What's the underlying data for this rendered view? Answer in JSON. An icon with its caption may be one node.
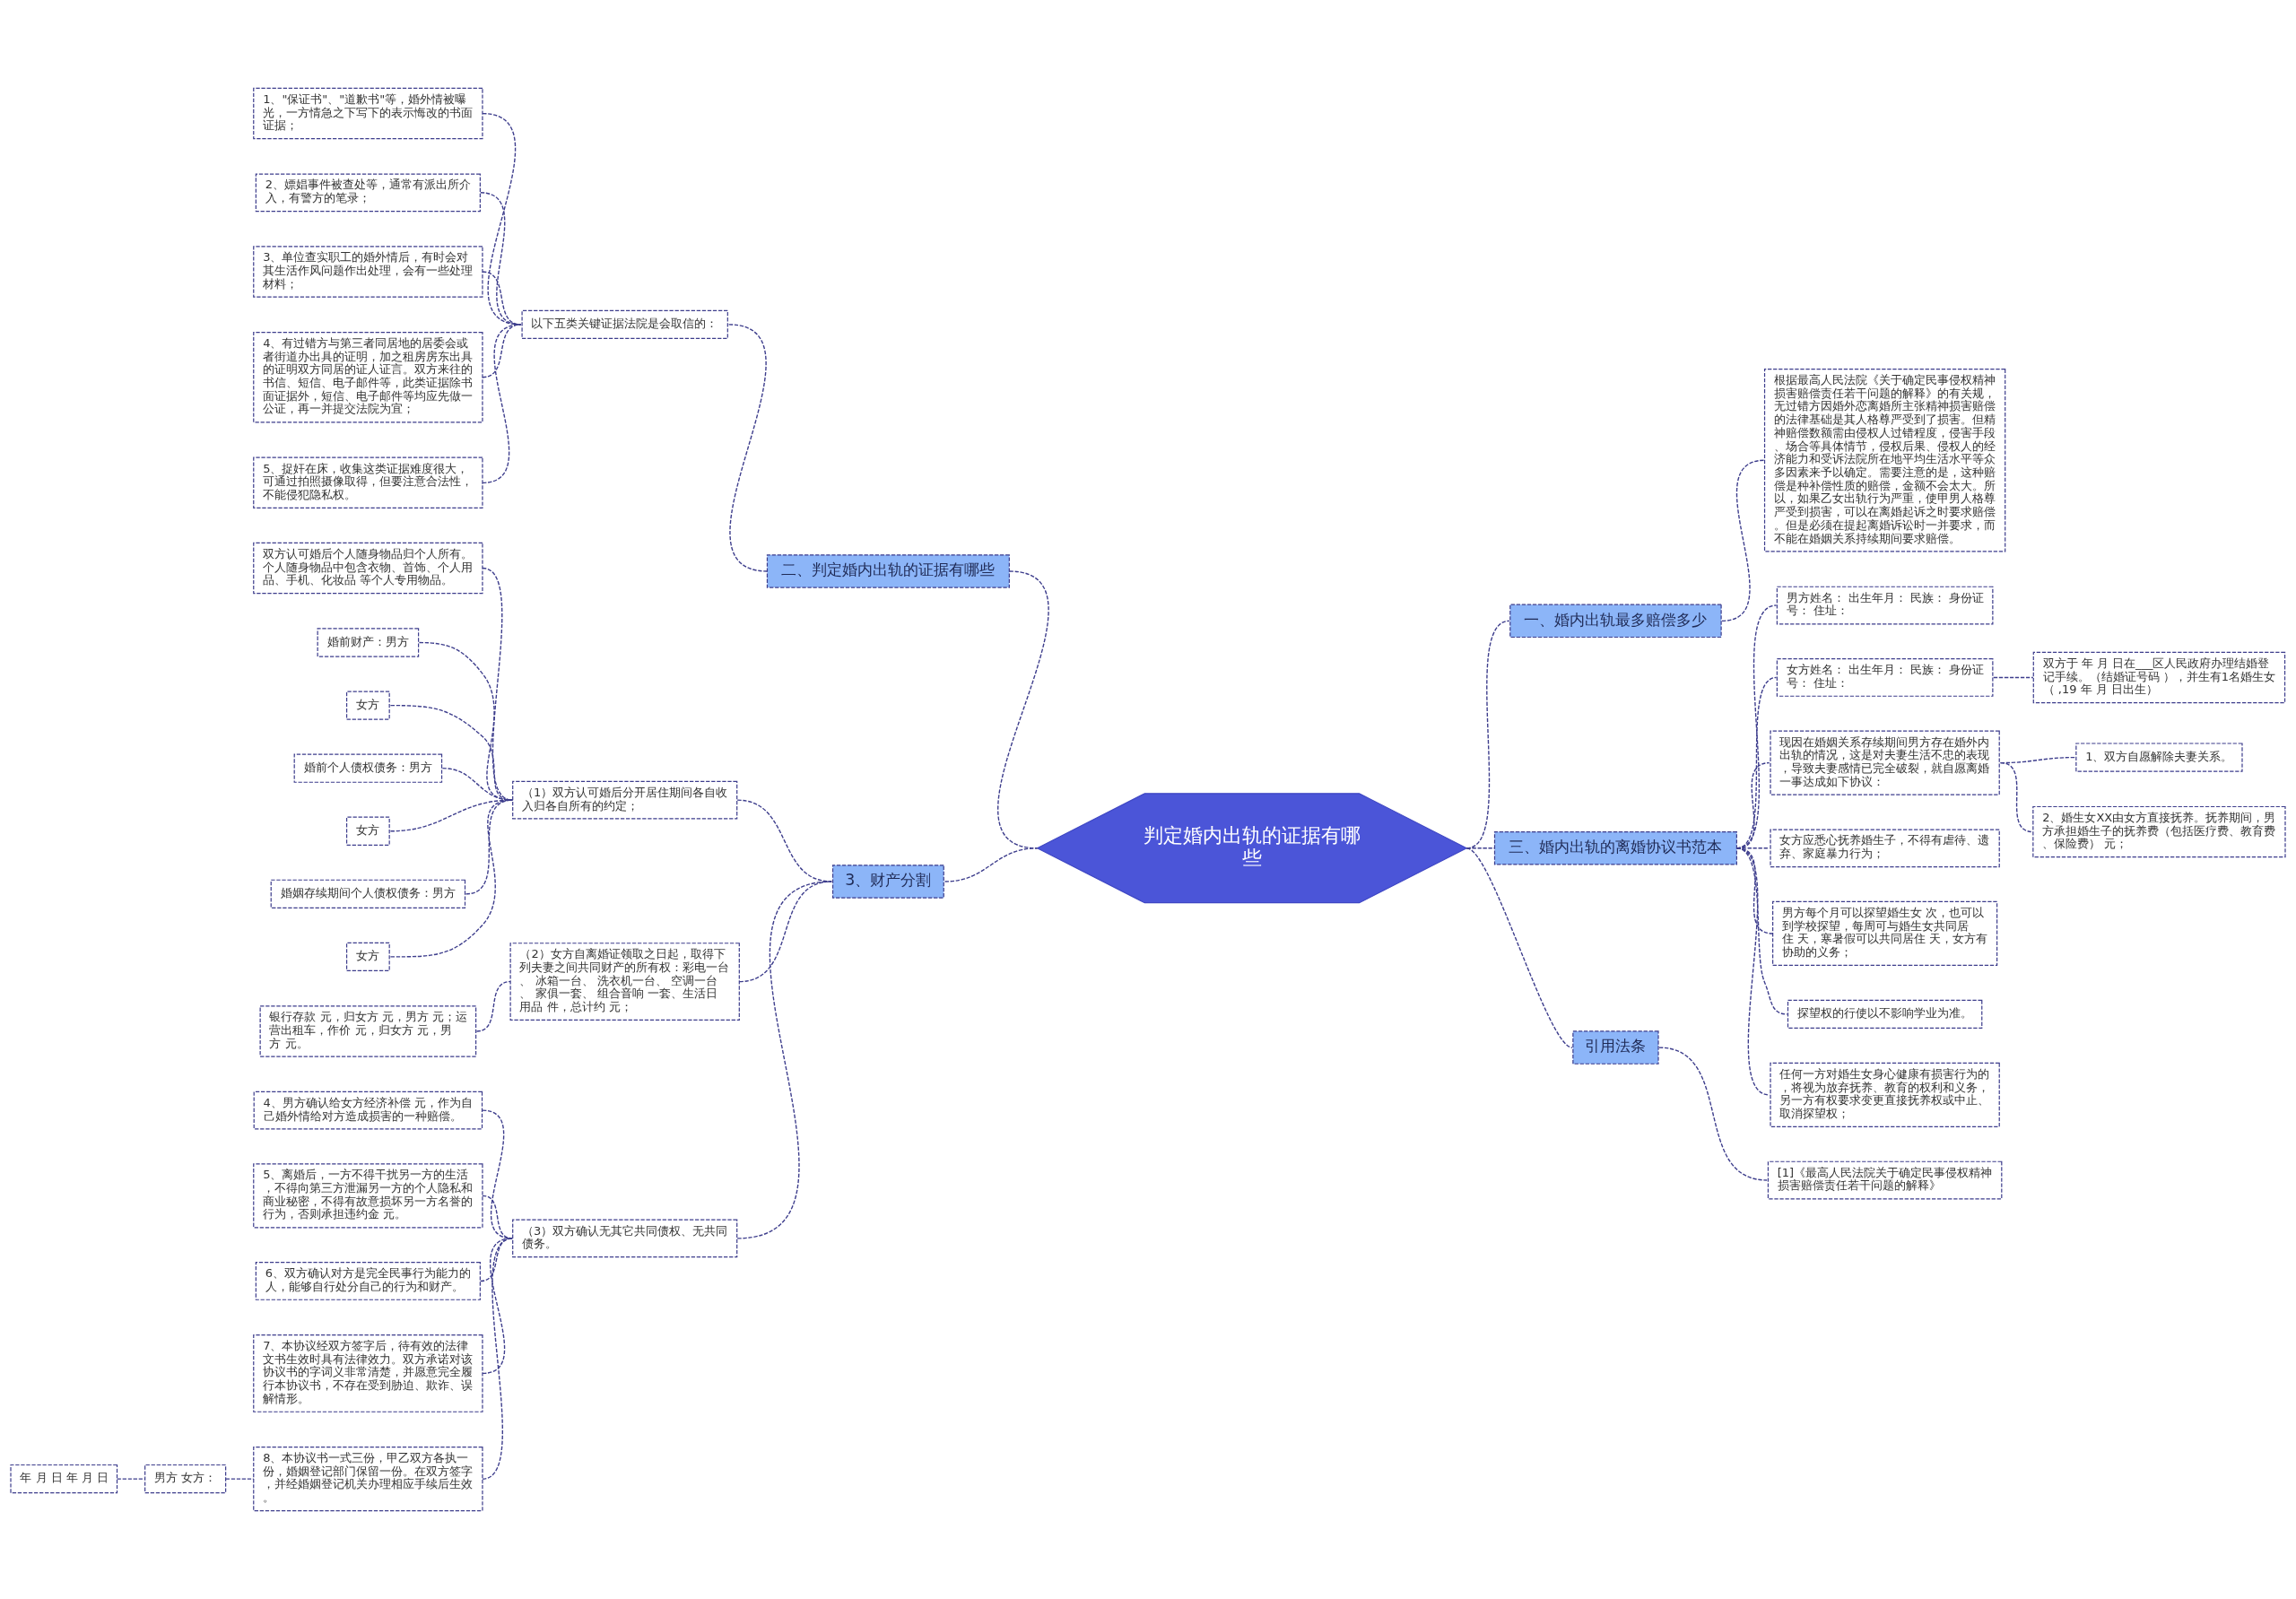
{
  "diagram": {
    "nodes": [
      {
        "text": [
          "判定婚内出轨的证据有哪些"
        ]
      },
      {
        "text": [
          "一、婚内出轨最多赔偿多少"
        ]
      },
      {
        "text": [
          "根据最高人民法院《关于确定民事侵权精神损害赔偿责任若干问题的解释》的有关规，无过错方因婚外恋离婚所主张精神损害赔偿的法律基础是其人格尊严受到了损害。但精神赔偿数额需由侵权人过错程度，侵害手段、场合等具体情节，侵权后果、侵权人的经济能力和受诉法院所在地平均生活水平等众多因素来予以确定。需要注意的是，这种赔偿是种补偿性质的赔偿，金额不会太大。所以，如果乙女出轨行为严重，使甲男人格尊严受到损害，可以在离婚起诉之时要求赔偿。但是必须在提起离婚诉讼时一并要求，而不能在婚姻关系持续期间要求赔偿。"
        ]
      },
      {
        "text": [
          "三、婚内出轨的离婚协议书范本"
        ]
      },
      {
        "text": [
          "男方姓名： 出生年月： 民族： 身份证号： 住址："
        ]
      },
      {
        "text": [
          "女方姓名： 出生年月： 民族： 身份证号： 住址："
        ]
      },
      {
        "text": [
          "双方于 年 月 日在___区人民政府办理结婚登记手续。（结婚证号码 ），并生有1名婚生女（ ,19 年 月 日出生）"
        ]
      },
      {
        "text": [
          "现因在婚姻关系存续期间男方存在婚外内出轨的情况，这是对夫妻生活不忠的表现，导致夫妻感情已完全破裂，就自愿离婚一事达成如下协议："
        ]
      },
      {
        "text": [
          "1、双方自愿解除夫妻关系。"
        ]
      },
      {
        "text": [
          "2、婚生女XX由女方直接抚养。抚养期间，男方承担婚生子的抚养费（包括医疗费、教育费、保险费） 元；"
        ]
      },
      {
        "text": [
          "女方应悉心抚养婚生子，不得有虐待、遗弃、家庭暴力行为；"
        ]
      },
      {
        "text": [
          "男方每个月可以探望婚生女 次，也可以到学校探望，每周可与婚生女共同居住 天，寒暑假可以共同居住 天，女方有协助的义务；"
        ]
      },
      {
        "text": [
          "探望权的行使以不影响学业为准。"
        ]
      },
      {
        "text": [
          "任何一方对婚生女身心健康有损害行为的，将视为放弃抚养、教育的权利和义务，另一方有权要求变更直接抚养权或中止、取消探望权；"
        ]
      },
      {
        "text": [
          "引用法条"
        ]
      },
      {
        "text": [
          "[1]《最高人民法院关于确定民事侵权精神损害赔偿责任若干问题的解释》"
        ]
      },
      {
        "text": [
          "二、判定婚内出轨的证据有哪些"
        ]
      },
      {
        "text": [
          "以下五类关键证据法院是会取信的："
        ]
      },
      {
        "text": [
          "1、\"保证书\"、\"道歉书\"等，婚外情被曝光，一方情急之下写下的表示悔改的书面证据；"
        ]
      },
      {
        "text": [
          "2、嫖娼事件被查处等，通常有派出所介入，有警方的笔录；"
        ]
      },
      {
        "text": [
          "3、单位查实职工的婚外情后，有时会对其生活作风问题作出处理，会有一些处理材料；"
        ]
      },
      {
        "text": [
          "4、有过错方与第三者同居地的居委会或者街道办出具的证明，加之租房房东出具的证明双方同居的证人证言。双方来往的书信、短信、电子邮件等，此类证据除书面证据外，短信、电子邮件等均应先做一公证，再一并提交法院为宜；"
        ]
      },
      {
        "text": [
          "5、捉奸在床，收集这类证据难度很大，可通过拍照摄像取得，但要注意合法性，不能侵犯隐私权。"
        ]
      },
      {
        "text": [
          "3、财产分割"
        ]
      },
      {
        "text": [
          "（1）双方认可婚后分开居住期间各自收入归各自所有的约定；"
        ]
      },
      {
        "text": [
          "双方认可婚后个人随身物品归个人所有。个人随身物品中包含衣物、首饰、个人用品、手机、化妆品 等个人专用物品。"
        ]
      },
      {
        "text": [
          "婚前财产：男方"
        ]
      },
      {
        "text": [
          "女方"
        ]
      },
      {
        "text": [
          "婚前个人债权债务：男方"
        ]
      },
      {
        "text": [
          "女方"
        ]
      },
      {
        "text": [
          "婚姻存续期间个人债权债务：男方"
        ]
      },
      {
        "text": [
          "女方"
        ]
      },
      {
        "text": [
          "（2）女方自离婚证领取之日起，取得下列夫妻之间共同财产的所有权：彩电一台、 冰箱一台、 洗衣机一台、 空调一台、 家俱一套、 组合音响 一套、生活日用品 件，总计约 元；"
        ]
      },
      {
        "text": [
          "银行存款 元，归女方 元，男方 元；运营出租车，作价 元，归女方 元，男方 元。"
        ]
      },
      {
        "text": [
          "（3）双方确认无其它共同债权、无共同债务。"
        ]
      },
      {
        "text": [
          "4、男方确认给女方经济补偿 元，作为自己婚外情给对方造成损害的一种赔偿。"
        ]
      },
      {
        "text": [
          "5、离婚后，一方不得干扰另一方的生活，不得向第三方泄漏另一方的个人隐私和商业秘密，不得有故意损坏另一方名誉的行为，否则承担违约金 元。"
        ]
      },
      {
        "text": [
          "6、双方确认对方是完全民事行为能力的人，能够自行处分自己的行为和财产。"
        ]
      },
      {
        "text": [
          "7、本协议经双方签字后，待有效的法律文书生效时具有法律效力。双方承诺对该协议书的字词义非常清楚，并愿意完全履行本协议书，不存在受到胁迫、欺诈、误解情形。"
        ]
      },
      {
        "text": [
          "8、本协议书一式三份，甲乙双方各执一份，婚姻登记部门保留一份。在双方签字，并经婚姻登记机关办理相应手续后生效。"
        ]
      },
      {
        "text": [
          "男方 女方："
        ]
      },
      {
        "text": [
          "年 月 日 年 月 日"
        ]
      }
    ],
    "edges": [
      {
        "from": 0,
        "to": 1,
        "arrow": "none",
        "style": "dashed"
      },
      {
        "from": 1,
        "to": 2,
        "arrow": "none",
        "style": "dashed"
      },
      {
        "from": 0,
        "to": 3,
        "arrow": "none",
        "style": "dashed"
      },
      {
        "from": 3,
        "to": 4,
        "arrow": "none",
        "style": "dashed"
      },
      {
        "from": 3,
        "to": 5,
        "arrow": "none",
        "style": "dashed"
      },
      {
        "from": 5,
        "to": 6,
        "arrow": "none",
        "style": "dashed"
      },
      {
        "from": 3,
        "to": 7,
        "arrow": "none",
        "style": "dashed"
      },
      {
        "from": 7,
        "to": 8,
        "arrow": "none",
        "style": "dashed"
      },
      {
        "from": 7,
        "to": 9,
        "arrow": "none",
        "style": "dashed"
      },
      {
        "from": 3,
        "to": 10,
        "arrow": "none",
        "style": "dashed"
      },
      {
        "from": 3,
        "to": 11,
        "arrow": "none",
        "style": "dashed"
      },
      {
        "from": 3,
        "to": 12,
        "arrow": "none",
        "style": "dashed"
      },
      {
        "from": 3,
        "to": 13,
        "arrow": "none",
        "style": "dashed"
      },
      {
        "from": 0,
        "to": 14,
        "arrow": "none",
        "style": "dashed"
      },
      {
        "from": 14,
        "to": 15,
        "arrow": "none",
        "style": "dashed"
      },
      {
        "from": 16,
        "to": 0,
        "arrow": "none",
        "style": "dashed"
      },
      {
        "from": 17,
        "to": 16,
        "arrow": "none",
        "style": "dashed"
      },
      {
        "from": 18,
        "to": 17,
        "arrow": "none",
        "style": "dashed"
      },
      {
        "from": 19,
        "to": 17,
        "arrow": "none",
        "style": "dashed"
      },
      {
        "from": 20,
        "to": 17,
        "arrow": "none",
        "style": "dashed"
      },
      {
        "from": 21,
        "to": 17,
        "arrow": "none",
        "style": "dashed"
      },
      {
        "from": 22,
        "to": 17,
        "arrow": "none",
        "style": "dashed"
      },
      {
        "from": 23,
        "to": 0,
        "arrow": "none",
        "style": "dashed"
      },
      {
        "from": 24,
        "to": 23,
        "arrow": "none",
        "style": "dashed"
      },
      {
        "from": 25,
        "to": 24,
        "arrow": "none",
        "style": "dashed"
      },
      {
        "from": 26,
        "to": 24,
        "arrow": "none",
        "style": "dashed"
      },
      {
        "from": 27,
        "to": 24,
        "arrow": "none",
        "style": "dashed"
      },
      {
        "from": 28,
        "to": 24,
        "arrow": "none",
        "style": "dashed"
      },
      {
        "from": 29,
        "to": 24,
        "arrow": "none",
        "style": "dashed"
      },
      {
        "from": 30,
        "to": 24,
        "arrow": "none",
        "style": "dashed"
      },
      {
        "from": 31,
        "to": 24,
        "arrow": "none",
        "style": "dashed"
      },
      {
        "from": 32,
        "to": 23,
        "arrow": "none",
        "style": "dashed"
      },
      {
        "from": 33,
        "to": 32,
        "arrow": "none",
        "style": "dashed"
      },
      {
        "from": 34,
        "to": 23,
        "arrow": "none",
        "style": "dashed"
      },
      {
        "from": 35,
        "to": 34,
        "arrow": "none",
        "style": "dashed"
      },
      {
        "from": 36,
        "to": 34,
        "arrow": "none",
        "style": "dashed"
      },
      {
        "from": 37,
        "to": 34,
        "arrow": "none",
        "style": "dashed"
      },
      {
        "from": 38,
        "to": 34,
        "arrow": "none",
        "style": "dashed"
      },
      {
        "from": 39,
        "to": 34,
        "arrow": "none",
        "style": "dashed"
      },
      {
        "from": 40,
        "to": 39,
        "arrow": "none",
        "style": "dashed"
      },
      {
        "from": 41,
        "to": 40,
        "arrow": "none",
        "style": "dashed"
      }
    ]
  }
}
